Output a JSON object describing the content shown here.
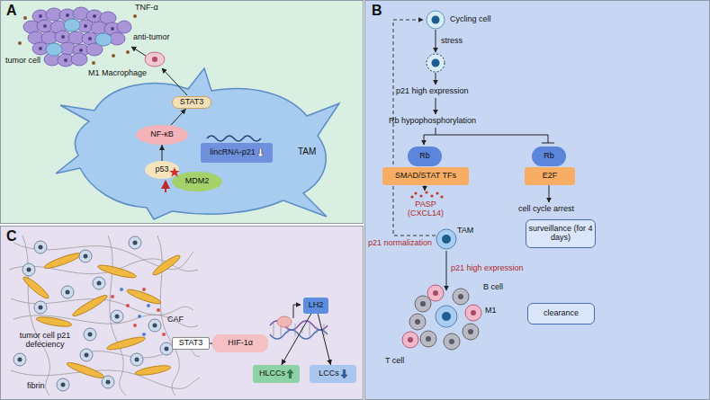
{
  "diagram": {
    "nodes": [
      {
        "text": [
          "A"
        ]
      },
      {
        "text": [
          "TAM"
        ],
        "in": 0
      },
      {
        "text": [
          "STAT3"
        ],
        "in": 1
      },
      {
        "text": [
          "NF-κB"
        ],
        "in": 1
      },
      {
        "text": [
          "lincRNA-p21"
        ],
        "in": 1
      },
      {
        "text": [
          "p53"
        ],
        "in": 1
      },
      {
        "text": [
          "MDM2"
        ],
        "in": 1
      },
      {
        "text": [
          "B"
        ]
      },
      {
        "text": [
          "Rb"
        ],
        "in": 7
      },
      {
        "text": [
          "SMAD/STAT TFs"
        ],
        "in": 7
      },
      {
        "text": [
          "Rb"
        ],
        "in": 7
      },
      {
        "text": [
          "E2F"
        ],
        "in": 7
      },
      {
        "text": [
          "surveillance (for 4 days)"
        ],
        "in": 7
      },
      {
        "text": [
          "clearance"
        ],
        "in": 7
      },
      {
        "text": [
          "C"
        ]
      },
      {
        "text": [
          "STAT3"
        ],
        "in": 14
      },
      {
        "text": [
          "HIF-1α"
        ],
        "in": 14
      },
      {
        "text": [
          "LH2"
        ],
        "in": 14
      },
      {
        "text": [
          "HLCCs"
        ],
        "in": 14
      },
      {
        "text": [
          "LCCs"
        ],
        "in": 14
      }
    ],
    "edges": [
      {
        "from": 5,
        "to": 3,
        "arrow": "to"
      },
      {
        "from": 3,
        "to": 2,
        "arrow": "to"
      },
      {
        "from": 15,
        "to": 16,
        "arrow": "none"
      },
      {
        "from": 17,
        "to": 18,
        "arrow": "to"
      },
      {
        "from": 17,
        "to": 19,
        "arrow": "to"
      }
    ],
    "labels": [
      "TNF-α",
      "anti-tumor",
      "tumor cell",
      "M1 Macrophage",
      "Cycling cell",
      "stress",
      "p21 high expression",
      "Rb hypophosphorylation",
      "PASP (CXCL14)",
      "cell cycle arrest",
      "p21 normalization",
      "TAM",
      "p21 high expression",
      "B cell",
      "M1",
      "T cell",
      "tumor cell p21 defeciency",
      "CAF",
      "fibrin"
    ]
  }
}
